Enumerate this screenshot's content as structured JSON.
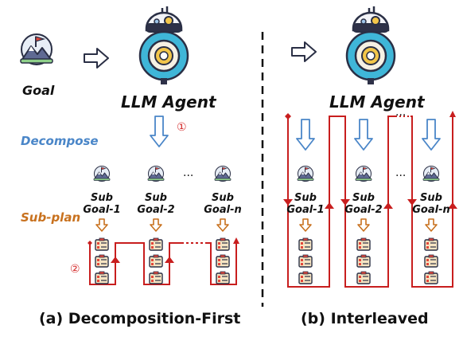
{
  "left_panel": {
    "goal_label": "Goal",
    "agent_label": "LLM Agent",
    "decompose_label": "Decompose",
    "subplan_label": "Sub-plan",
    "step1_marker": "①",
    "step2_marker": "②",
    "subgoals": [
      {
        "line1": "Sub",
        "line2": "Goal-1"
      },
      {
        "line1": "Sub",
        "line2": "Goal-2"
      },
      {
        "line1": "Sub",
        "line2": "Goal-n"
      }
    ],
    "ellipsis": "...",
    "caption": "(a) Decomposition-First"
  },
  "right_panel": {
    "agent_label": "LLM Agent",
    "subgoals": [
      {
        "line1": "Sub",
        "line2": "Goal-1"
      },
      {
        "line1": "Sub",
        "line2": "Goal-2"
      },
      {
        "line1": "Sub",
        "line2": "Goal-n"
      }
    ],
    "ellipsis": "...",
    "caption": "(b) Interleaved"
  },
  "colors": {
    "flow_red": "#c81e1e",
    "decompose_blue": "#4a86c8",
    "subplan_orange": "#c8711e",
    "divider": "#111111"
  },
  "icons": [
    "mountain-goal-icon",
    "robot-agent-icon",
    "clipboard-task-icon",
    "hollow-arrow-icon"
  ]
}
